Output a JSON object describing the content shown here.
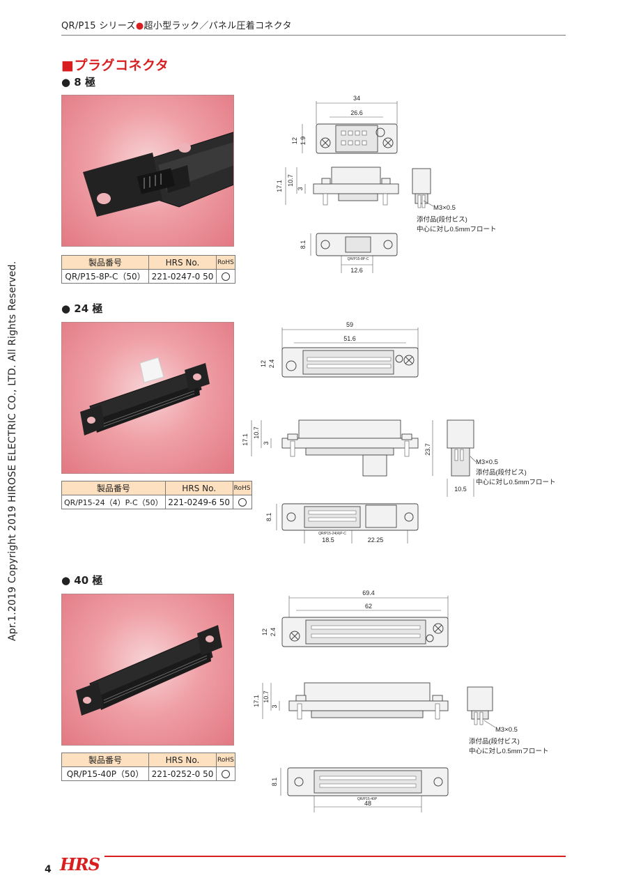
{
  "header": {
    "series_prefix": "QR/P15 シリーズ",
    "dot": "●",
    "series_desc": "超小型ラック／パネル圧着コネクタ"
  },
  "section_title": "■プラグコネクタ",
  "table_headers": {
    "part": "製品番号",
    "hrs": "HRS No.",
    "rohs": "RoHS"
  },
  "sections": [
    {
      "pole_label": "● 8 極",
      "part_no": "QR/P15-8P-C（50）",
      "hrs_no": "221-0247-0 50",
      "dims": {
        "overall_w": "34",
        "inner_w": "26.6",
        "h12": "12",
        "h1_9": "1.9",
        "h17_1": "17.1",
        "h10_7": "10.7",
        "h3": "3",
        "h8_1": "8.1",
        "w12_6": "12.6"
      },
      "marking": "QR/P15-8P-C",
      "notes": {
        "screw": "M3×0.5",
        "accessory": "添付品(段付ビス)",
        "float": "中心に対し0.5mmフロート"
      }
    },
    {
      "pole_label": "● 24 極",
      "part_no": "QR/P15-24（4）P-C（50）",
      "hrs_no": "221-0249-6 50",
      "dims": {
        "overall_w": "59",
        "inner_w": "51.6",
        "h12": "12",
        "h2_4": "2.4",
        "h17_1": "17.1",
        "h10_7": "10.7",
        "h3": "3",
        "h23_7": "23.7",
        "w10_5": "10.5",
        "h8_1": "8.1",
        "w18_5": "18.5",
        "w22_25": "22.25"
      },
      "marking": "QR/P15-24(4)P-C",
      "notes": {
        "screw": "M3×0.5",
        "accessory": "添付品(段付ビス)",
        "float": "中心に対し0.5mmフロート"
      }
    },
    {
      "pole_label": "● 40 極",
      "part_no": "QR/P15-40P（50）",
      "hrs_no": "221-0252-0 50",
      "dims": {
        "overall_w": "69.4",
        "inner_w": "62",
        "h12": "12",
        "h2_4": "2.4",
        "h17_1": "17.1",
        "h10_7": "10.7",
        "h3": "3",
        "h8_1": "8.1",
        "w48": "48"
      },
      "marking": "QR/P15-40P",
      "notes": {
        "screw": "M3×0.5",
        "accessory": "添付品(段付ビス)",
        "float": "中心に対し0.5mmフロート"
      }
    }
  ],
  "side_copyright": "Apr.1.2019 Copyright 2019 HIROSE ELECTRIC CO., LTD. All Rights Reserved.",
  "footer": {
    "page_number": "4",
    "logo_text": "HRS"
  },
  "colors": {
    "accent": "#d81e1e",
    "table_header": "#fde0bf"
  }
}
